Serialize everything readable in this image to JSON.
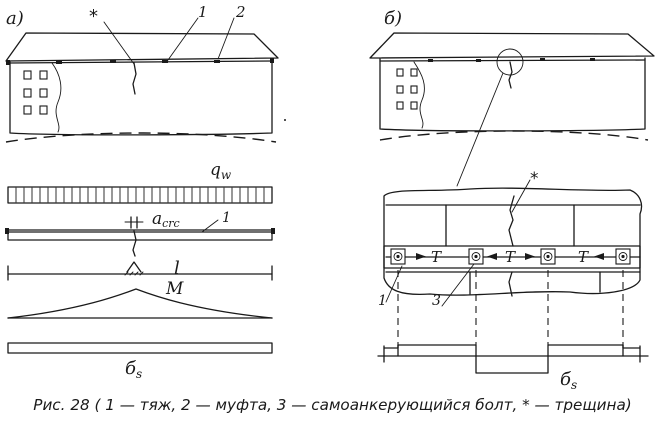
{
  "panels": {
    "a": {
      "label": "а)"
    },
    "b": {
      "label": "б)"
    }
  },
  "labels": {
    "crack_mark": "*",
    "tie_number": "1",
    "coupling_number": "2",
    "bolt_number": "3",
    "load": "q",
    "load_sub": "w",
    "crack_width": "a",
    "crack_width_sub": "crc",
    "span": "l",
    "moment": "M",
    "stress": "б",
    "stress_sub": "s",
    "tension": "T"
  },
  "caption": "Рис. 28 ( 1 — тяж, 2 — муфта, 3 — самоанкерующийся болт, * — трещина)"
}
